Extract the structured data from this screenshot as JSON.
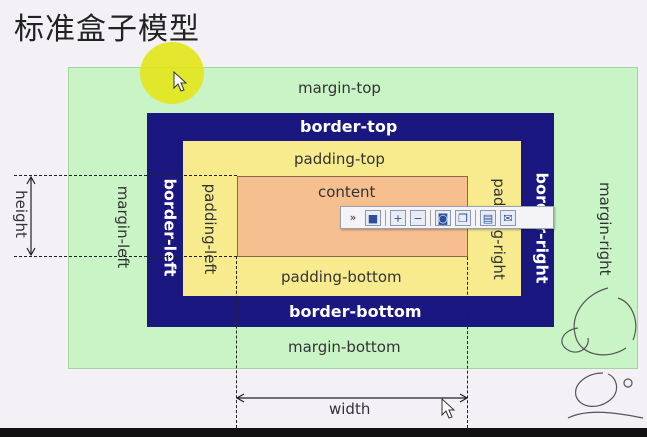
{
  "title": "标准盒子模型",
  "labels": {
    "margin_top": "margin-top",
    "margin_bottom": "margin-bottom",
    "margin_left": "margin-left",
    "margin_right": "margin-right",
    "border_top": "border-top",
    "border_bottom": "border-bottom",
    "border_left": "border-left",
    "border_right": "border-right",
    "padding_top": "padding-top",
    "padding_bottom": "padding-bottom",
    "padding_left": "padding-left",
    "padding_right": "padding-right",
    "content": "content",
    "height": "height",
    "width": "width"
  },
  "colors": {
    "margin": "#c9f4c6",
    "border": "#1a1780",
    "padding": "#f7eb8e",
    "content": "#f6bf8f"
  },
  "toolbar": {
    "buttons": [
      "chevron-icon",
      "save-icon",
      "zoom-in-icon",
      "zoom-out-icon",
      "image-icon",
      "copy-icon",
      "print-icon",
      "mail-icon"
    ]
  }
}
